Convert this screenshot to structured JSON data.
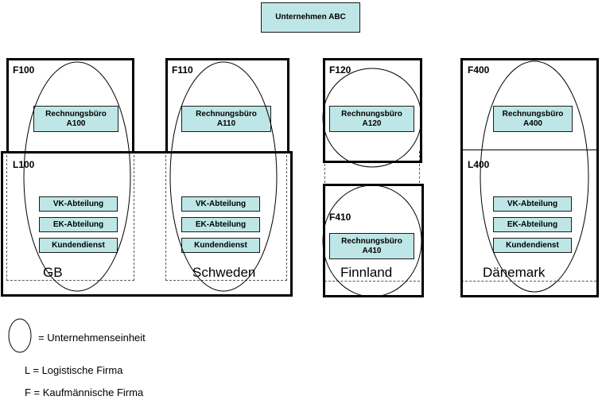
{
  "top": {
    "company": "Unternehmen ABC"
  },
  "firms": {
    "f100": {
      "label": "F100",
      "office": "Rechnungsbüro\nA100"
    },
    "f110": {
      "label": "F110",
      "office": "Rechnungsbüro\nA110"
    },
    "f120": {
      "label": "F120",
      "office": "Rechnungsbüro\nA120"
    },
    "f400": {
      "label": "F400",
      "office": "Rechnungsbüro\nA400"
    },
    "f410": {
      "label": "F410",
      "office": "Rechnungsbüro\nA410"
    }
  },
  "logistics": {
    "l100": {
      "label": "L100"
    },
    "l400": {
      "label": "L400"
    }
  },
  "departments": {
    "vk": "VK-Abteilung",
    "ek": "EK-Abteilung",
    "kd": "Kundendienst"
  },
  "countries": {
    "gb": "GB",
    "schweden": "Schweden",
    "finnland": "Finnland",
    "daenemark": "Dänemark"
  },
  "legend": {
    "unit": "= Unternehmenseinheit",
    "logistic": "L = Logistische Firma",
    "commercial": "F = Kaufmännische Firma"
  }
}
